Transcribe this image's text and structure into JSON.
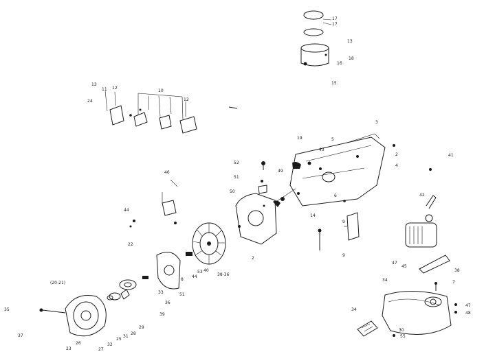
{
  "diagram": {
    "labels": {
      "l17a": "17",
      "l17b": "17",
      "l13": "13",
      "l18": "18",
      "l16": "16",
      "l15": "15",
      "l13b": "13",
      "l11": "11",
      "l12a": "12",
      "l10": "10",
      "l12b": "12",
      "l24": "24",
      "l3": "3",
      "l19": "19",
      "l5": "5",
      "l43": "43",
      "l2a": "2",
      "l4": "4",
      "l41": "41",
      "l42": "42",
      "l52": "52",
      "l49": "49",
      "l51": "51",
      "l50": "50",
      "l44": "44",
      "l46": "46",
      "l14": "14",
      "l9a": "9",
      "l9b": "9",
      "l22": "22",
      "l2b": "2",
      "l47a": "47",
      "l45": "45",
      "l38": "38",
      "l7": "7",
      "l34a": "34",
      "l47b": "47",
      "l48": "48",
      "l34b": "34",
      "l30": "30",
      "l36": "36",
      "l55": "55",
      "l2021": "(20-21)",
      "l35": "35",
      "l37": "37",
      "l23": "23",
      "l26": "26",
      "l27": "27",
      "l32": "32",
      "l25": "25",
      "l31": "31",
      "l28": "28",
      "l29": "29",
      "l39": "39",
      "l33": "33",
      "l8": "8",
      "l53": "53",
      "l44b": "44",
      "l40": "40",
      "l38b": "38-36",
      "l51b": "51",
      "l6": "6"
    }
  }
}
